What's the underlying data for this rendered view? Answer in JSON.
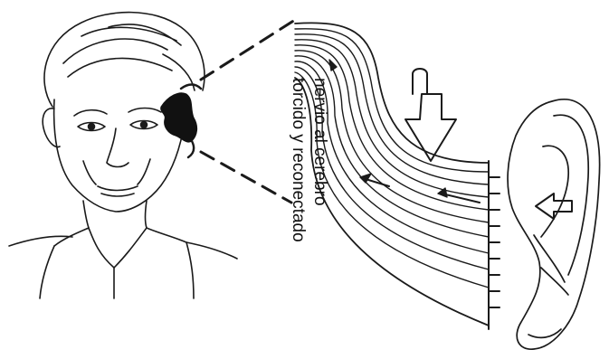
{
  "diagram": {
    "caption_line1": "nervio al cerebro",
    "caption_line2": "torcido y reconectado",
    "colors": {
      "ink": "#1a1a1a",
      "paper": "#ffffff",
      "scar": "#111111"
    },
    "parts": [
      "face",
      "scar-region",
      "zoom-lines",
      "nerve-bundle",
      "down-arrow",
      "ear",
      "ear-arrow"
    ]
  }
}
